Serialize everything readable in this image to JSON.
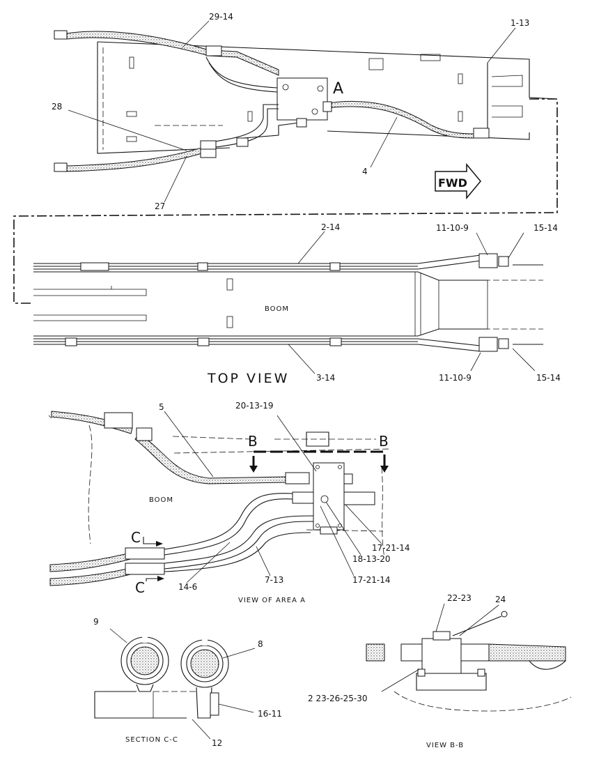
{
  "views": {
    "top_view_title": "TOP VIEW",
    "area_a_title": "VIEW OF AREA A",
    "section_cc_title": "SECTION C-C",
    "view_bb_title": "VIEW B-B"
  },
  "markers": {
    "area_a": "A",
    "fwd_arrow": "FWD",
    "section_b_left": "B",
    "section_b_right": "B",
    "section_c_top": "C",
    "section_c_bottom": "C",
    "boom_top": "BOOM",
    "boom_detail": "BOOM"
  },
  "callouts": {
    "c_29_14": "29-14",
    "c_1_13": "1-13",
    "c_28": "28",
    "c_4": "4",
    "c_27": "27",
    "c_2_14": "2-14",
    "c_11_10_9_top": "11-10-9",
    "c_15_14_top": "15-14",
    "c_3_14": "3-14",
    "c_11_10_9_bot": "11-10-9",
    "c_15_14_bot": "15-14",
    "c_5": "5",
    "c_20_13_19": "20-13-19",
    "c_17_21_14_a": "17-21-14",
    "c_18_13_20": "18-13-20",
    "c_17_21_14_b": "17-21-14",
    "c_14_6": "14-6",
    "c_7_13": "7-13",
    "c_9": "9",
    "c_8": "8",
    "c_16_11": "16-11",
    "c_12": "12",
    "c_22_23": "22-23",
    "c_24": "24",
    "c_2_23": "2 23-26-25-30"
  }
}
